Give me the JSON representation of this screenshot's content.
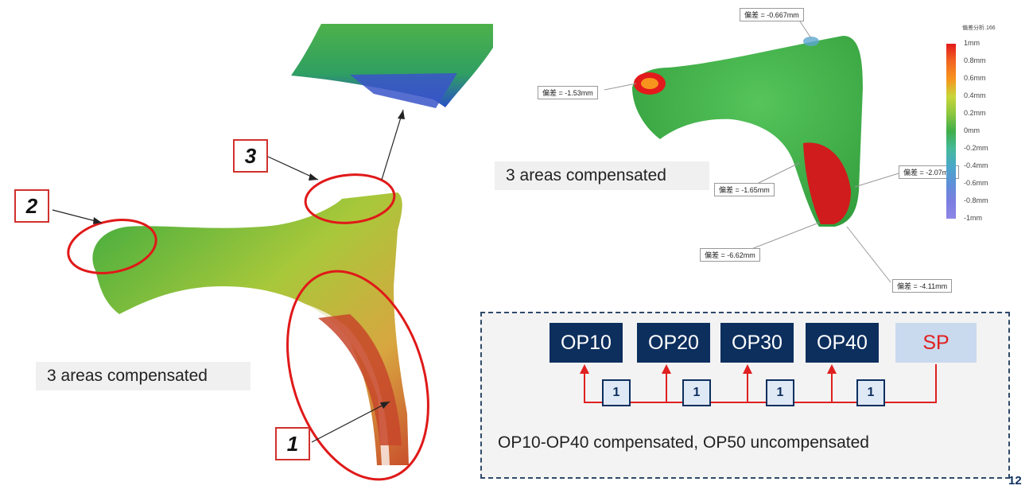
{
  "left_panel": {
    "caption": "3 areas compensated",
    "callouts": [
      "1",
      "2",
      "3"
    ]
  },
  "right_panel": {
    "caption": "3 areas compensated",
    "legend_title": "偏差分析.166",
    "legend_labels": [
      "1mm",
      "0.8mm",
      "0.6mm",
      "0.4mm",
      "0.2mm",
      "0mm",
      "-0.2mm",
      "-0.4mm",
      "-0.6mm",
      "-0.8mm",
      "-1mm"
    ],
    "legend_colors": [
      "#e31a1c",
      "#f26522",
      "#f7941d",
      "#c9d639",
      "#8cc63f",
      "#3fae49",
      "#46b99a",
      "#4aa8c9",
      "#5e8fd8",
      "#7a7ee0",
      "#8e86e6"
    ],
    "tags": [
      "偏差 = -0.667mm",
      "偏差 = -1.53mm",
      "偏差 = -1.65mm",
      "偏差 = -2.07mm",
      "偏差 = -6.62mm",
      "偏差 = -4.11mm"
    ]
  },
  "ops": {
    "stations": [
      "OP10",
      "OP20",
      "OP30",
      "OP40",
      "SP"
    ],
    "comp_boxes": [
      "1",
      "1",
      "1",
      "1"
    ],
    "caption": "OP10-OP40 compensated, OP50 uncompensated",
    "accent_color": "#e02020",
    "station_color": "#0d2f5e"
  },
  "page_number": "12"
}
